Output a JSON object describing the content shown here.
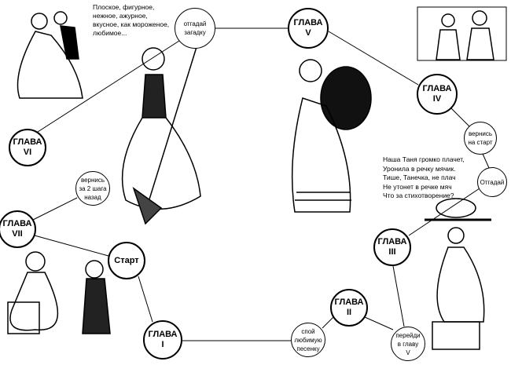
{
  "riddle_text": "Плоское, фигурное,\nнежное, ажурное,\nвкусное, как мороженое,\nлюбимое...",
  "poem_text": "Наша Таня громко плачет,\nУронила в речку мячик.\nТише, Танечка, не плач\nНе утонет в речке мяч\nЧто за стихотворение?",
  "nodes": {
    "riddle": [
      "отгадай",
      "загадку"
    ],
    "ch5": [
      "ГЛАВА",
      "V"
    ],
    "ch4": [
      "ГЛАВА",
      "IV"
    ],
    "back_start": [
      "вернись",
      "на старт"
    ],
    "guess": [
      "Отгадай"
    ],
    "ch3": [
      "ГЛАВА",
      "III"
    ],
    "goto5": [
      "перейди",
      "в главу",
      "V"
    ],
    "ch2": [
      "ГЛАВА",
      "II"
    ],
    "song": [
      "спой",
      "любимую",
      "песенку"
    ],
    "ch1": [
      "ГЛАВА",
      "I"
    ],
    "start": [
      "Старт"
    ],
    "ch7": [
      "ГЛАВА",
      "VII"
    ],
    "back2": [
      "вернись",
      "за 2 шага",
      "назад"
    ],
    "ch6": [
      "ГЛАВА",
      "VI"
    ]
  }
}
